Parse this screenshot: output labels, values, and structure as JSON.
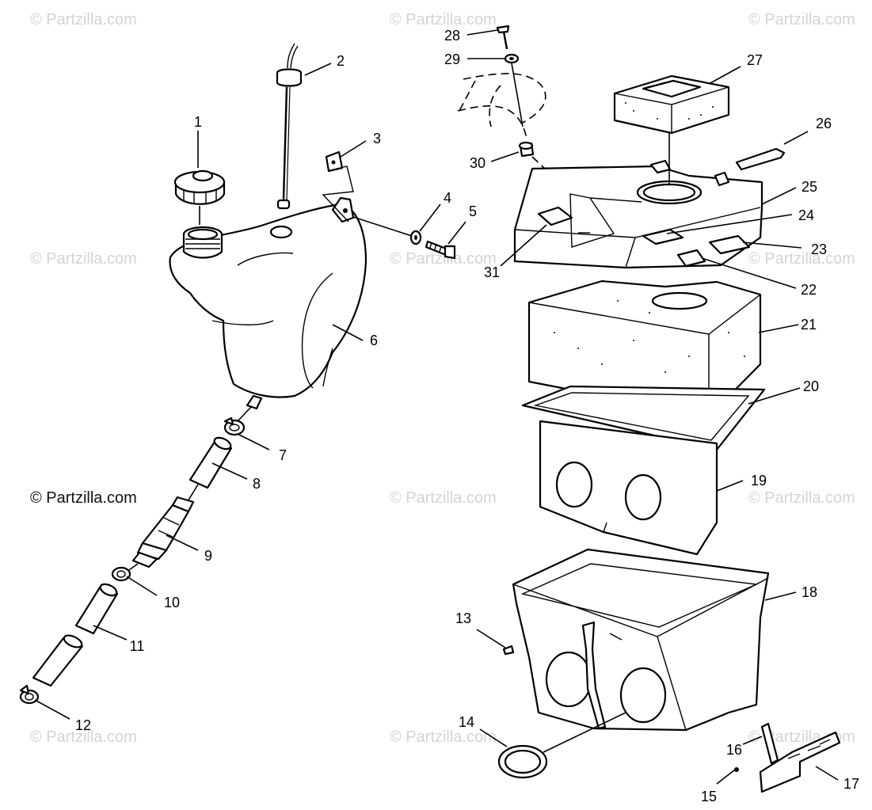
{
  "watermark": {
    "text": "© Partzilla.com",
    "main_text": "© Partzilla.com"
  },
  "callouts": [
    "1",
    "2",
    "3",
    "4",
    "5",
    "6",
    "7",
    "8",
    "9",
    "10",
    "11",
    "12",
    "13",
    "14",
    "15",
    "16",
    "17",
    "18",
    "19",
    "20",
    "21",
    "22",
    "23",
    "24",
    "25",
    "26",
    "27",
    "28",
    "29",
    "30",
    "31"
  ],
  "colors": {
    "line": "#000000",
    "watermark": "#d4d4d4",
    "background": "#ffffff"
  }
}
